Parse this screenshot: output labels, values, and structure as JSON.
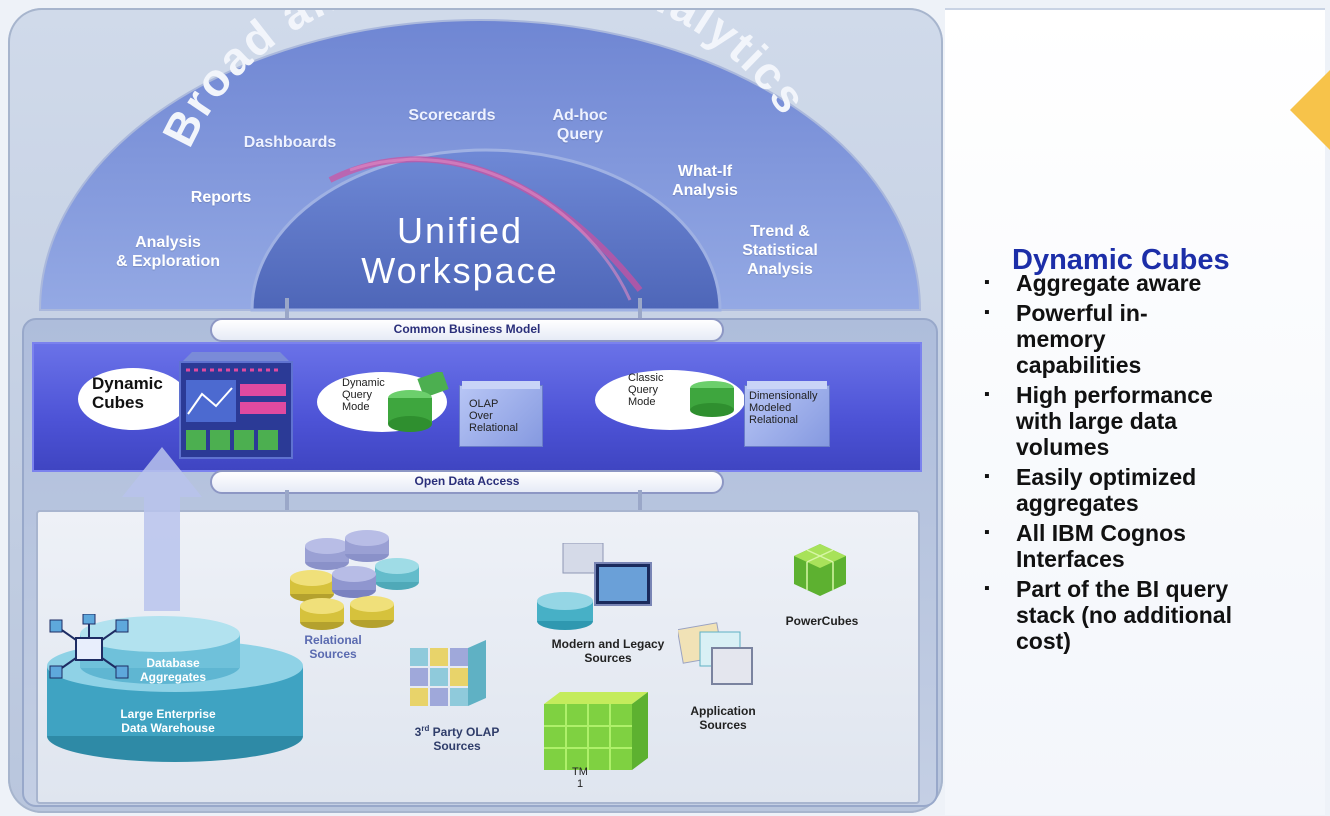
{
  "arc_title": "Broad and Powerful Analytics",
  "workspace": {
    "line1": "Unified",
    "line2": "Workspace"
  },
  "analytics_items": [
    {
      "text": "Analysis\n& Exploration"
    },
    {
      "text": "Reports"
    },
    {
      "text": "Dashboards"
    },
    {
      "text": "Scorecards"
    },
    {
      "text": "Ad-hoc\nQuery"
    },
    {
      "text": "What-If\nAnalysis"
    },
    {
      "text": "Trend &\nStatistical\nAnalysis"
    }
  ],
  "bars": {
    "common_model": "Common Business Model",
    "open_data": "Open Data Access"
  },
  "middle": {
    "dynamic_cubes": "Dynamic\nCubes",
    "dqm": "Dynamic\nQuery\nMode",
    "olap": "OLAP\nOver\nRelational",
    "cqm": "Classic\nQuery\nMode",
    "dmr": "Dimensionally\nModeled\nRelational"
  },
  "sources": {
    "db_aggregates": "Database\nAggregates",
    "warehouse": "Large Enterprise\nData Warehouse",
    "relational": "Relational\nSources",
    "third_party_pre": "3",
    "third_party_sup": "rd",
    "third_party_post": " Party OLAP\nSources",
    "modern_legacy": "Modern and Legacy\nSources",
    "application": "Application\nSources",
    "powercubes": "PowerCubes",
    "tm1_line1": "TM",
    "tm1_line2": "1"
  },
  "panel": {
    "title": "Dynamic Cubes",
    "bullet_glyph": "▪",
    "features": [
      "Aggregate aware",
      "Powerful in-\nmemory\ncapabilities",
      "High performance\nwith large data\nvolumes",
      "Easily optimized\naggregates",
      "All IBM Cognos\nInterfaces",
      "Part of the BI query\nstack (no additional\ncost)"
    ]
  },
  "colors": {
    "title_blue": "#1c2ea8",
    "band_blue": "#4d53d6",
    "arc_blue": "#5a73c8"
  }
}
